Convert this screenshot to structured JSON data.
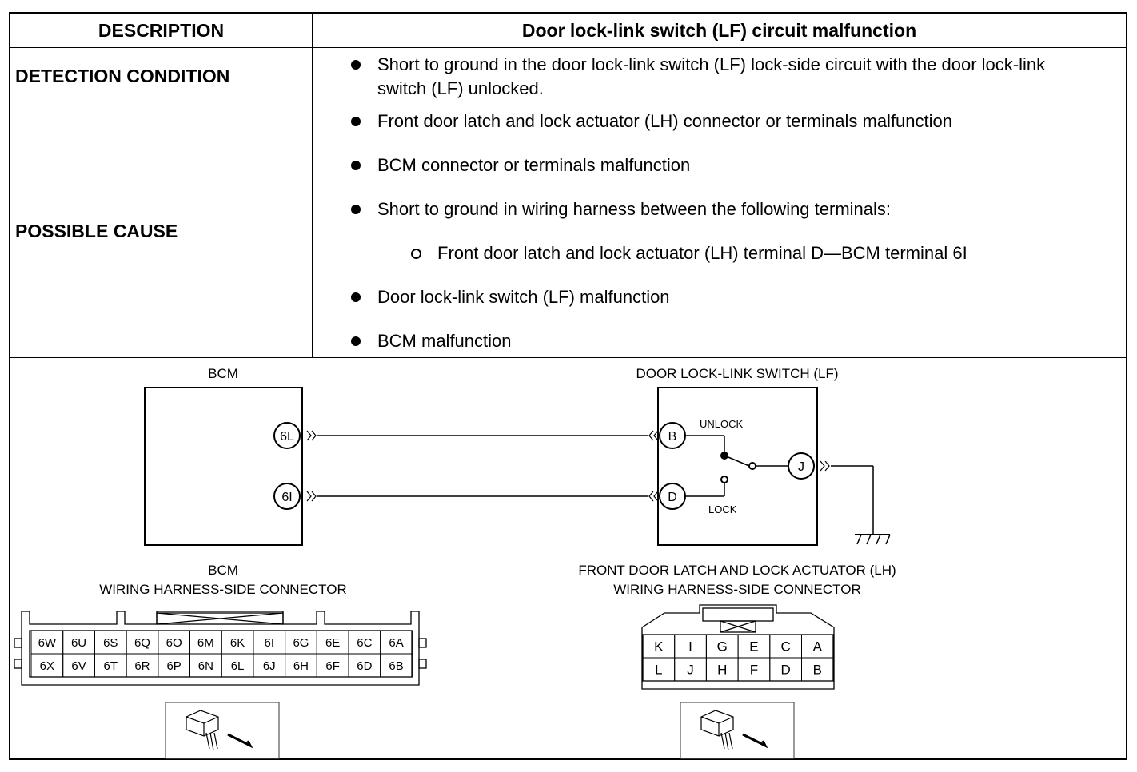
{
  "table": {
    "header": {
      "label": "DESCRIPTION",
      "value": "Door lock-link switch (LF) circuit malfunction"
    },
    "detection": {
      "label": "DETECTION CONDITION",
      "items": [
        "Short to ground in the door lock-link switch (LF) lock-side circuit with the door lock-link switch (LF) unlocked."
      ]
    },
    "cause": {
      "label": "POSSIBLE CAUSE",
      "items": [
        {
          "text": "Front door latch and lock actuator (LH) connector or terminals malfunction",
          "level": 1
        },
        {
          "text": "BCM connector or terminals malfunction",
          "level": 1
        },
        {
          "text": "Short to ground in wiring harness between the following terminals:",
          "level": 1
        },
        {
          "text": "Front door latch and lock actuator (LH) terminal D—BCM terminal 6I",
          "level": 2
        },
        {
          "text": "Door lock-link switch (LF) malfunction",
          "level": 1
        },
        {
          "text": "BCM malfunction",
          "level": 1
        }
      ]
    }
  },
  "diagram": {
    "bcm_label": "BCM",
    "switch_label": "DOOR LOCK-LINK SWITCH (LF)",
    "bcm_pins": [
      "6L",
      "6I"
    ],
    "switch_pins": [
      "B",
      "D",
      "J"
    ],
    "unlock_label": "UNLOCK",
    "lock_label": "LOCK",
    "bcm_connector_title": [
      "BCM",
      "WIRING HARNESS-SIDE CONNECTOR"
    ],
    "actuator_connector_title": [
      "FRONT DOOR LATCH AND LOCK ACTUATOR (LH)",
      "WIRING HARNESS-SIDE CONNECTOR"
    ],
    "bcm_connector_rows": [
      [
        "6W",
        "6U",
        "6S",
        "6Q",
        "6O",
        "6M",
        "6K",
        "6I",
        "6G",
        "6E",
        "6C",
        "6A"
      ],
      [
        "6X",
        "6V",
        "6T",
        "6R",
        "6P",
        "6N",
        "6L",
        "6J",
        "6H",
        "6F",
        "6D",
        "6B"
      ]
    ],
    "actuator_connector_rows": [
      [
        "K",
        "I",
        "G",
        "E",
        "C",
        "A"
      ],
      [
        "L",
        "J",
        "H",
        "F",
        "D",
        "B"
      ]
    ]
  }
}
